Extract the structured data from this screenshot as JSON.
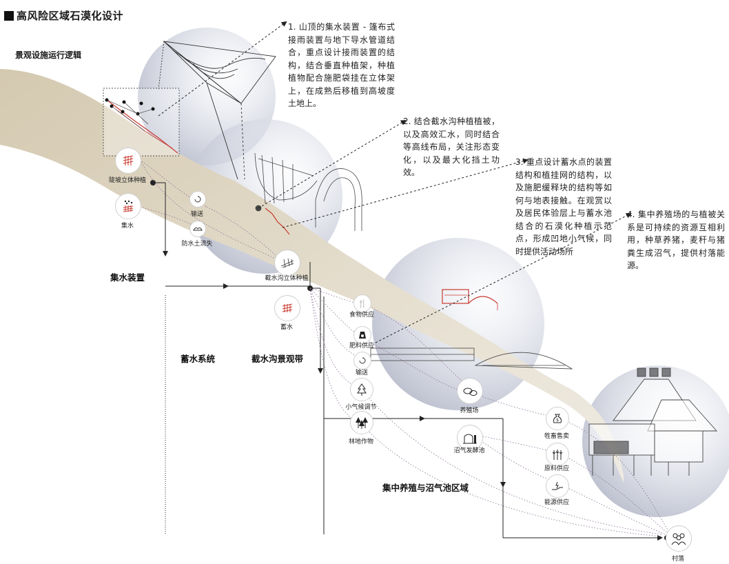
{
  "title": "高风险区域石漠化设计",
  "subtitle": "景观设施运行逻辑",
  "sections": {
    "collection": "集水装置",
    "storage": "蓄水系统",
    "interception": "截水沟景观带",
    "farming": "集中养殖与沼气池区域"
  },
  "annotations": [
    "1. 山顶的集水装置 - 篷布式接雨装置与地下导水管道结合，重点设计接雨装置的结构，结合垂直种植架，种植植物配合施肥袋挂在立体架上，在成熟后移植到高坡度土地上。",
    "2. 结合截水沟种植植被，以及高效汇水，同时结合等高线布局，关注形态变化，以及最大化挡土功效。",
    "3. 重点设计蓄水点的装置结构和植挂网的结构，以及施肥缓释块的结构等如何与地表接触。在观赏以及居民体验层上与蓄水池结合的石漠化种植示范点，形成凹地小气候，同时提供活动场所",
    "4. 集中养殖场的与植被关系是可持续的资源互相利用，种草养猪，麦秆与猪粪生成沼气，提供村落能源。"
  ],
  "nodes": {
    "slope_planting": "陡坡立体种植",
    "water_collect": "集水",
    "transport1": "输送",
    "erosion": "防水土流失",
    "ditch_planting": "截水沟立体种植",
    "storage": "蓄水",
    "food": "食物供应",
    "fertilizer": "肥料供应",
    "transport2": "输送",
    "microclimate": "小气候调节",
    "forest": "林地作物",
    "farm": "养殖场",
    "biogas": "沼气发酵池",
    "livestock": "牲畜售卖",
    "raw_material": "原料供应",
    "energy": "能源供应",
    "village": "村落"
  },
  "colors": {
    "accent_red": "#c8382e",
    "slope": "#ddd5c4",
    "circle": "#cdd0dc",
    "dotted_line": "#8a6a93"
  }
}
